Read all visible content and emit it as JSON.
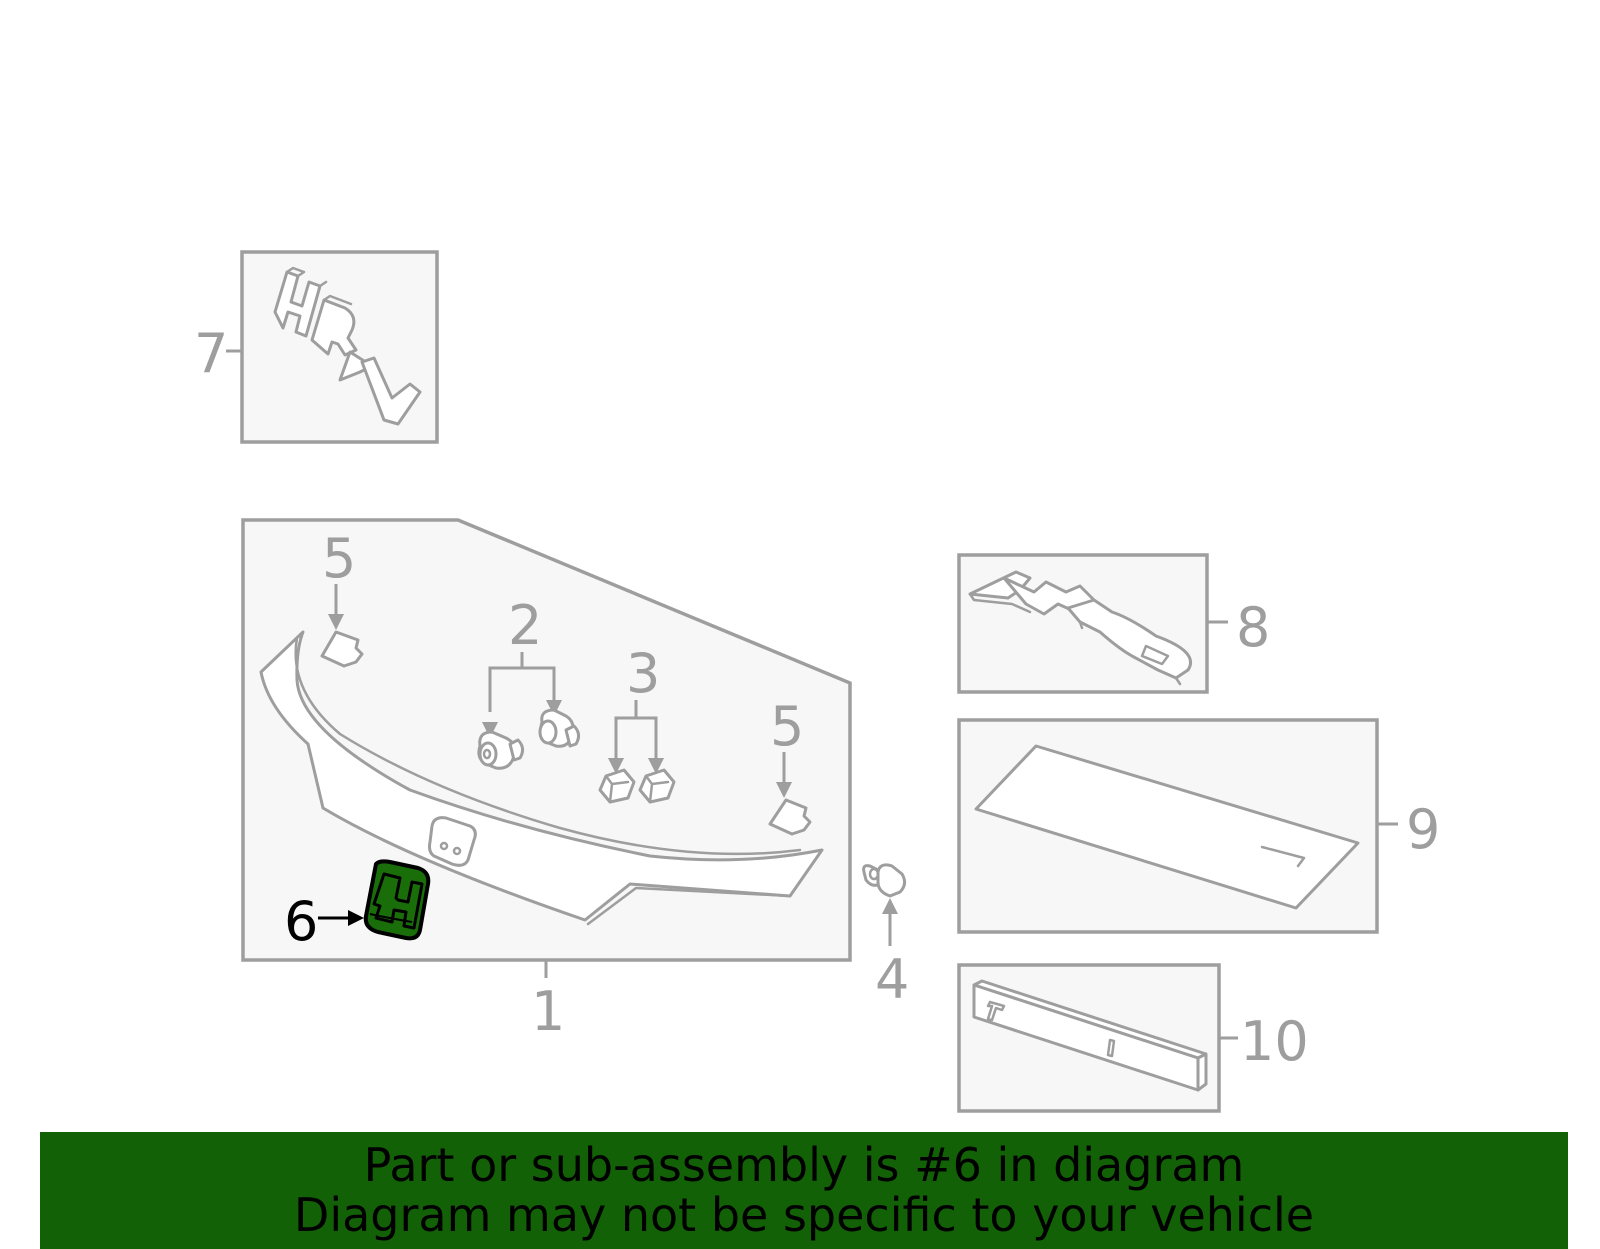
{
  "diagram": {
    "callouts": {
      "c1": "1",
      "c2": "2",
      "c3": "3",
      "c4": "4",
      "c5a": "5",
      "c5b": "5",
      "c6": "6",
      "c7": "7",
      "c8": "8",
      "c9": "9",
      "c10": "10"
    },
    "highlighted_part": "6",
    "highlight_color": "#1a6e0a"
  },
  "banner": {
    "line1": "Part or sub-assembly is #6 in diagram",
    "line2": "Diagram may not be specific to your vehicle",
    "background": "#136106"
  },
  "colors": {
    "line": "#9e9e9e",
    "frame_fill": "#f7f7f7",
    "emblem_green": "#1a6e0a"
  }
}
